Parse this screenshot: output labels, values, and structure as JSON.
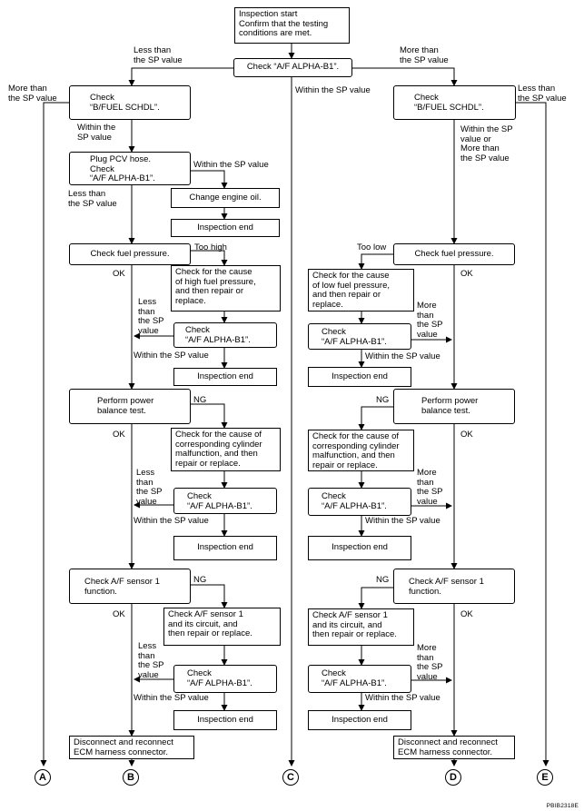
{
  "start": "Inspection start\nConfirm that the testing\nconditions are met.",
  "check_alpha_top": "Check “A/F ALPHA-B1”.",
  "labels": {
    "less_than_sp_top": "Less than\nthe SP value",
    "more_than_sp_top": "More than\nthe SP value",
    "more_than_sp_far_left": "More than\nthe SP value",
    "less_than_sp_far_right": "Less than\nthe SP value",
    "within_sp_center": "Within the SP value",
    "within_sp_left_schdl": "Within the\nSP value",
    "within_sp_pcv": "Within the SP value",
    "less_than_sp_pcv": "Less than\nthe SP value",
    "within_or_more_right": "Within the SP\nvalue or\nMore than\nthe SP value",
    "too_high": "Too high",
    "too_low": "Too low",
    "ok": "OK",
    "ng": "NG",
    "less_than_the_sp_value_stack": "Less\nthan\nthe SP\nvalue",
    "more_than_the_sp_value_stack": "More\nthan\nthe SP\nvalue",
    "within_sp_value": "Within the SP value"
  },
  "left": {
    "check_schdl": "Check\n“B/FUEL SCHDL”.",
    "plug_pcv": "Plug PCV hose.\nCheck\n“A/F ALPHA-B1”.",
    "change_oil": "Change engine oil.",
    "inspection_end": "Inspection end",
    "check_fuel_pressure": "Check fuel pressure.",
    "cause_high_fuel": "Check for the cause\nof high fuel pressure,\nand then repair or\nreplace.",
    "check_alpha": "Check\n“A/F ALPHA-B1”.",
    "power_balance": "Perform power\nbalance test.",
    "cause_cylinder": "Check for the cause of\ncorresponding cylinder\nmalfunction, and then\nrepair or replace.",
    "check_af_sensor": "Check A/F sensor 1\nfunction.",
    "af_sensor_repair": "Check A/F sensor 1\nand its circuit, and\nthen repair or replace.",
    "disconnect": "Disconnect and reconnect\nECM harness connector."
  },
  "right": {
    "check_schdl": "Check\n“B/FUEL SCHDL”.",
    "check_fuel_pressure": "Check fuel pressure.",
    "cause_low_fuel": "Check for the cause\nof low fuel pressure,\nand then repair or\nreplace.",
    "check_alpha": "Check\n“A/F ALPHA-B1”.",
    "inspection_end": "Inspection end",
    "power_balance": "Perform power\nbalance test.",
    "cause_cylinder": "Check for the cause of\ncorresponding cylinder\nmalfunction, and then\nrepair or replace.",
    "check_af_sensor": "Check A/F sensor 1\nfunction.",
    "af_sensor_repair": "Check A/F sensor 1\nand its circuit, and\nthen repair or replace.",
    "disconnect": "Disconnect and reconnect\nECM harness connector."
  },
  "terminals": [
    "A",
    "B",
    "C",
    "D",
    "E"
  ],
  "figure_id": "PBIB2318E"
}
